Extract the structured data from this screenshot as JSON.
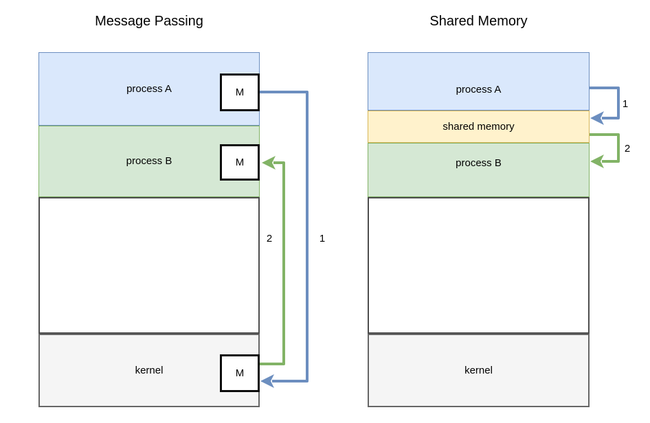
{
  "diagrams": {
    "message_passing": {
      "title": "Message Passing",
      "sections": {
        "process_a": {
          "label": "process A",
          "fill": "#dae8fc",
          "stroke": "#6c8ebf"
        },
        "process_b": {
          "label": "process B",
          "fill": "#d5e8d4",
          "stroke": "#82b366"
        },
        "empty": {
          "fill": "#ffffff",
          "stroke": "#4d4d4d"
        },
        "kernel": {
          "label": "kernel",
          "fill": "#f5f5f5",
          "stroke": "#666666"
        }
      },
      "message_box_label": "M",
      "arrows": [
        {
          "label": "1",
          "color": "#6c8ebf",
          "from": "process A message box",
          "to": "kernel message box"
        },
        {
          "label": "2",
          "color": "#82b366",
          "from": "kernel message box",
          "to": "process B message box"
        }
      ]
    },
    "shared_memory": {
      "title": "Shared Memory",
      "sections": {
        "process_a": {
          "label": "process A",
          "fill": "#dae8fc",
          "stroke": "#6c8ebf"
        },
        "shared_memory": {
          "label": "shared memory",
          "fill": "#fff2cc",
          "stroke": "#d6b656"
        },
        "process_b": {
          "label": "process B",
          "fill": "#d5e8d4",
          "stroke": "#82b366"
        },
        "empty": {
          "fill": "#ffffff",
          "stroke": "#4d4d4d"
        },
        "kernel": {
          "label": "kernel",
          "fill": "#f5f5f5",
          "stroke": "#666666"
        }
      },
      "arrows": [
        {
          "label": "1",
          "color": "#6c8ebf",
          "from": "process A",
          "to": "shared memory"
        },
        {
          "label": "2",
          "color": "#82b366",
          "from": "shared memory",
          "to": "process B"
        }
      ]
    }
  }
}
